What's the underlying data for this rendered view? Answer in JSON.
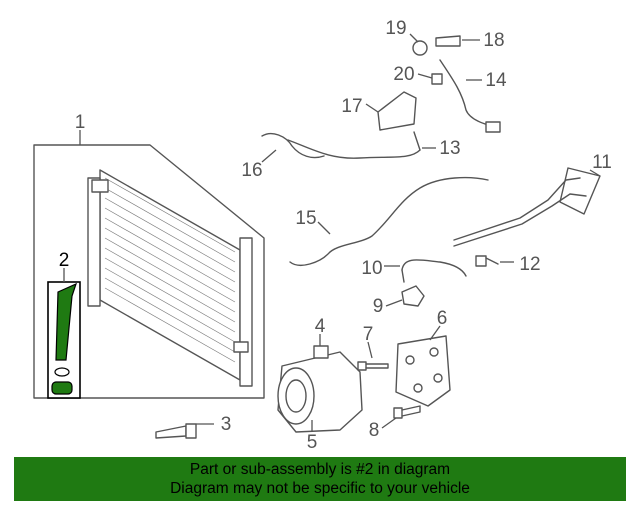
{
  "diagram": {
    "callouts": [
      "1",
      "2",
      "3",
      "4",
      "5",
      "6",
      "7",
      "8",
      "9",
      "10",
      "11",
      "12",
      "13",
      "14",
      "15",
      "16",
      "17",
      "18",
      "19",
      "20"
    ],
    "highlight_callout": "2",
    "highlight_color": "#1f7a12"
  },
  "banner": {
    "line1": "Part or sub-assembly is #2 in diagram",
    "line2": "Diagram may not be specific to your vehicle",
    "background": "#1f7a12"
  }
}
